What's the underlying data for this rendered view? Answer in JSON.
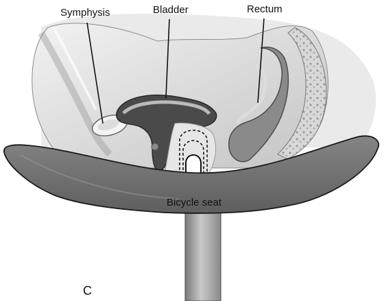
{
  "labels": {
    "symphysis": "Symphysis",
    "bladder": "Bladder",
    "rectum": "Rectum",
    "bicycle_seat": "Bicycle seat",
    "panel": "C"
  },
  "colors": {
    "seat_fill": "#6f6f6f",
    "seat_stroke": "#1a1a1a",
    "pelvis_shadow": "#cfcfcf",
    "tissue_light": "#e9e9e9",
    "tissue_mid": "#b9b9b9",
    "organ_dark": "#4a4a4a",
    "leader_line": "#111111"
  },
  "icons": {
    "probe": "transducer-probe-icon"
  }
}
